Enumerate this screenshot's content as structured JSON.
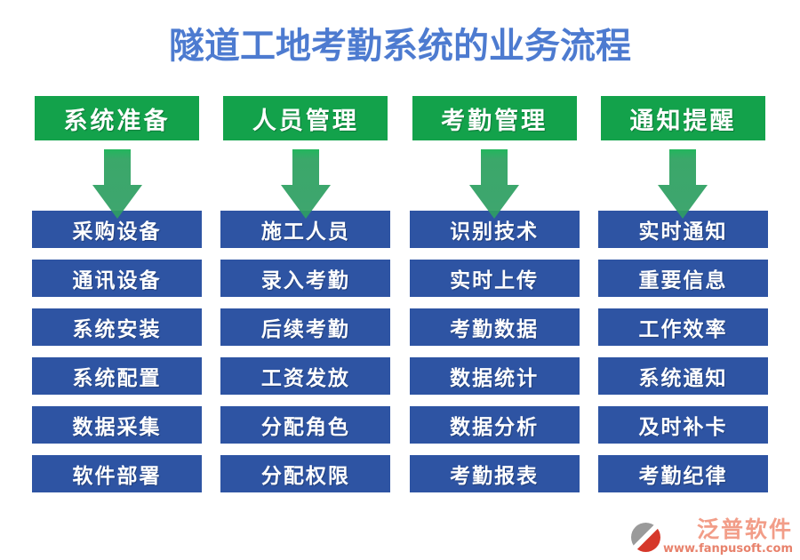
{
  "title": "隧道工地考勤系统的业务流程",
  "colors": {
    "title_text": "#4d7bd0",
    "stage_header_bg": "#13a24b",
    "step_box_bg": "#2e54a3",
    "arrow_green": "#2e9e63",
    "arrow_green_bright": "#10b04f",
    "text_on_fill": "#ffffff",
    "brand_salmon": "#f19882",
    "logo_red": "#d6382a",
    "logo_gray": "#9a9a9a"
  },
  "columns": [
    {
      "header": "系统准备",
      "items": [
        "采购设备",
        "通讯设备",
        "系统安装",
        "系统配置",
        "数据采集",
        "软件部署"
      ]
    },
    {
      "header": "人员管理",
      "items": [
        "施工人员",
        "录入考勤",
        "后续考勤",
        "工资发放",
        "分配角色",
        "分配权限"
      ]
    },
    {
      "header": "考勤管理",
      "items": [
        "识别技术",
        "实时上传",
        "考勤数据",
        "数据统计",
        "数据分析",
        "考勤报表"
      ]
    },
    {
      "header": "通知提醒",
      "items": [
        "实时通知",
        "重要信息",
        "工作效率",
        "系统通知",
        "及时补卡",
        "考勤纪律"
      ]
    }
  ],
  "watermark": {
    "brand": "泛普软件",
    "url": "www.fanpusoft.com"
  }
}
